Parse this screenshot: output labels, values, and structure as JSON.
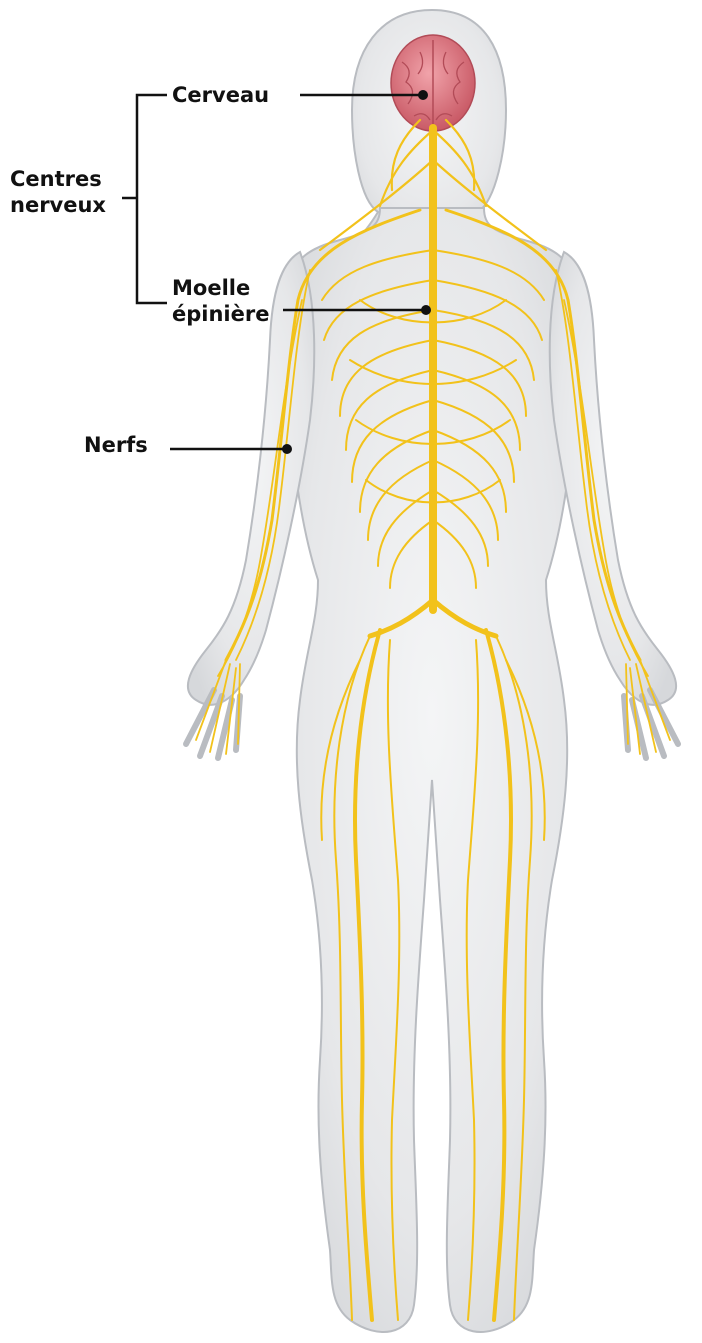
{
  "labels": {
    "cerveau": "Cerveau",
    "centres_line1": "Centres",
    "centres_line2": "nerveux",
    "moelle_line1": "Moelle",
    "moelle_line2": "épinière",
    "nerfs": "Nerfs"
  },
  "colors": {
    "nerve": "#f2c21b",
    "nerve_dark": "#d9a20e",
    "brain": "#d9707a",
    "body_fill": "#e9eaec",
    "body_outline": "#b9bcc1",
    "leader_line": "#111111"
  },
  "icons": {
    "brain": "brain-icon",
    "spinal_cord": "spinal-cord-icon",
    "nerves": "nerve-network-icon"
  }
}
